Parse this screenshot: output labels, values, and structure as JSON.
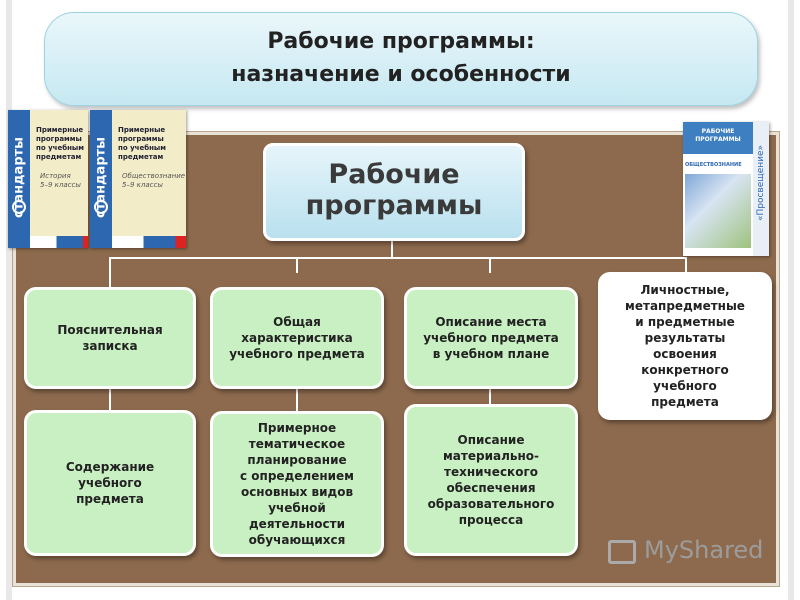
{
  "title": {
    "line1": "Рабочие программы:",
    "line2": "назначение и особенности"
  },
  "main_node": {
    "line1": "Рабочие",
    "line2": "программы"
  },
  "nodes": {
    "explanatory_note": "Пояснительная\nзаписка",
    "subject_content": "Содержание\nучебного\nпредмета",
    "general_characteristics": "Общая\nхарактеристика\nучебного предмета",
    "thematic_planning": "Примерное\nтематическое\nпланирование\nс определением\nосновных видов\nучебной\nдеятельности\nобучающихся",
    "place_description": "Описание места\nучебного предмета\nв учебном плане",
    "material_support": "Описание\nматериально-\nтехнического\nобеспечения\nобразовательного\nпроцесса",
    "results": "Личностные,\nметапредметные\nи предметные\nрезультаты\nосвоения\nконкретного\nучебного\nпредмета"
  },
  "books": {
    "book1": {
      "spine": "стандарты",
      "title": "Примерные\nпрограммы\nпо учебным\nпредметам",
      "subject": "История\n5–9 классы"
    },
    "book2": {
      "spine": "стандарты",
      "title": "Примерные\nпрограммы\nпо учебным\nпредметам",
      "subject": "Обществознание\n5–9 классы"
    },
    "book3": {
      "header": "РАБОЧИЕ\nПРОГРАММЫ",
      "subject": "ОБЩЕСТВОЗНАНИЕ",
      "publisher": "«Просвещение»"
    }
  },
  "watermark": "MyShared",
  "colors": {
    "panel": "#8d6a4d",
    "node": "#c9f0c2",
    "main_node": "#b9e0ee",
    "banner": "#c6e8f1"
  }
}
